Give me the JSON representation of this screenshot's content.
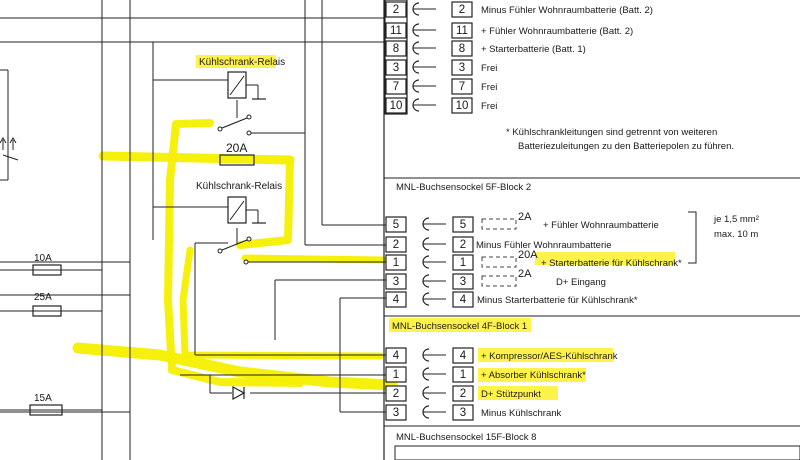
{
  "top_connector": {
    "rows": [
      {
        "pin": "2",
        "label": "Minus Fühler Wohnraumbatterie (Batt. 2)"
      },
      {
        "pin": "11",
        "label": "+ Fühler Wohnraumbatterie (Batt. 2)"
      },
      {
        "pin": "8",
        "label": "+ Starterbatterie (Batt. 1)"
      },
      {
        "pin": "3",
        "label": "Frei"
      },
      {
        "pin": "7",
        "label": "Frei"
      },
      {
        "pin": "10",
        "label": "Frei"
      }
    ]
  },
  "note": {
    "line1": "* Kühlschrankleitungen sind getrennt von weiteren",
    "line2": "Batteriezuleitungen zu den Batteriepolen zu führen."
  },
  "block2": {
    "title": "MNL-Buchsensockel 5F-Block 2",
    "rows": [
      {
        "pin": "5",
        "label": "+ Fühler Wohnraumbatterie",
        "fuse": "2A"
      },
      {
        "pin": "2",
        "label": "Minus Fühler Wohnraumbatterie",
        "fuse": ""
      },
      {
        "pin": "1",
        "label": "+ Starterbatterie für Kühlschrank*",
        "fuse": "20A"
      },
      {
        "pin": "3",
        "label": "D+ Eingang",
        "fuse": "2A"
      },
      {
        "pin": "4",
        "label": "Minus Starterbatterie für Kühlschrank*",
        "fuse": ""
      }
    ],
    "spec1": "je 1,5 mm²",
    "spec2": "max. 10 m"
  },
  "block1": {
    "title": "MNL-Buchsensockel 4F-Block 1",
    "rows": [
      {
        "pin": "4",
        "label": "+ Kompressor/AES-Kühlschrank"
      },
      {
        "pin": "1",
        "label": "+ Absorber Kühlschrank*"
      },
      {
        "pin": "2",
        "label": "D+ Stützpunkt"
      },
      {
        "pin": "3",
        "label": "Minus Kühlschrank"
      }
    ]
  },
  "block8": {
    "title": "MNL-Buchsensockel 15F-Block 8"
  },
  "relays": {
    "top_label": "Kühlschrank-Relais",
    "bottom_label": "Kühlschrank-Relais"
  },
  "fuses": {
    "main": "20A",
    "left_a": "10A",
    "left_b": "25A",
    "left_c": "15A"
  },
  "colors": {
    "highlight": "#fff34a",
    "marker": "#f5ef00",
    "line": "#222222"
  }
}
